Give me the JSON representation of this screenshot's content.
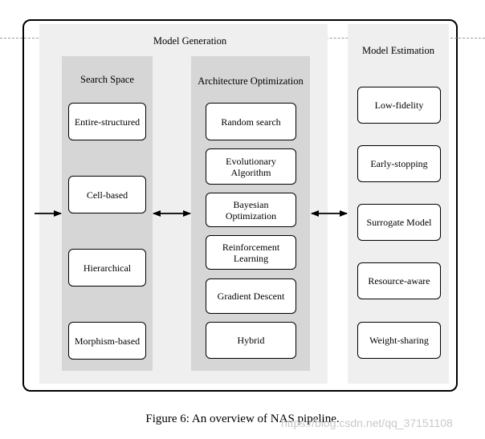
{
  "model_generation": {
    "title": "Model Generation",
    "search_space": {
      "title": "Search Space",
      "items": [
        "Entire-structured",
        "Cell-based",
        "Hierarchical",
        "Morphism-based"
      ]
    },
    "architecture_optimization": {
      "title": "Architecture Optimization",
      "items": [
        "Random search",
        "Evolutionary\nAlgorithm",
        "Bayesian\nOptimization",
        "Reinforcement\nLearning",
        "Gradient Descent",
        "Hybrid"
      ]
    }
  },
  "model_estimation": {
    "title": "Model Estimation",
    "items": [
      "Low-fidelity",
      "Early-stopping",
      "Surrogate Model",
      "Resource-aware",
      "Weight-sharing"
    ]
  },
  "caption": "Figure 6: An overview of NAS pipeline.",
  "watermark": "https://blog.csdn.net/qq_37151108",
  "colors": {
    "panel_light": "#efefef",
    "panel_dark": "#d6d6d6",
    "box_border": "#000000"
  }
}
